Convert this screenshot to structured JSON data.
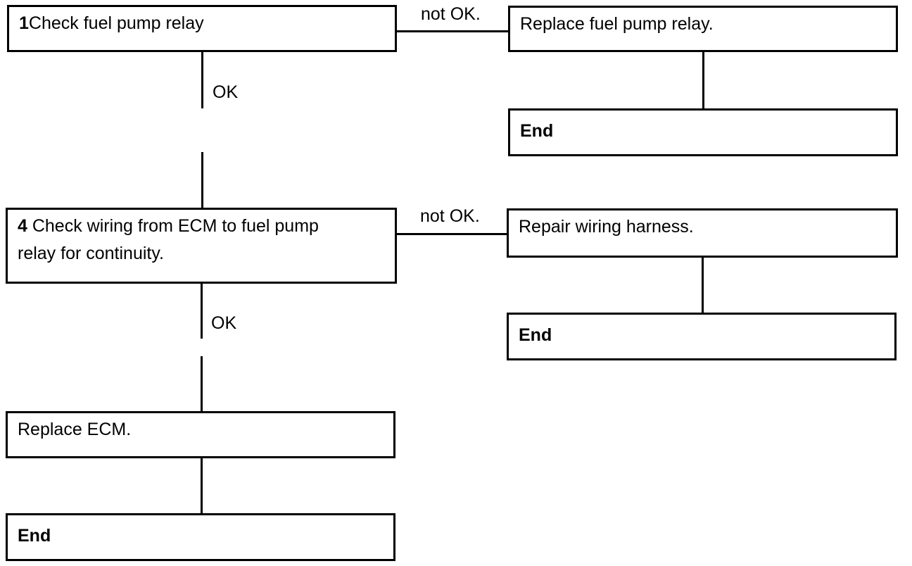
{
  "step1": {
    "number": "1",
    "text": "Check fuel pump relay"
  },
  "step1_fail": {
    "label": "not OK.",
    "action": "Replace fuel pump relay.",
    "end": "End"
  },
  "step1_pass": {
    "label": "OK"
  },
  "step4": {
    "number": "4",
    "text_line1": " Check wiring from ECM to fuel pump",
    "text_line2": "relay for continuity."
  },
  "step4_fail": {
    "label": "not OK.",
    "action": "Repair wiring harness.",
    "end": "End"
  },
  "step4_pass": {
    "label": "OK",
    "action": "Replace ECM.",
    "end": "End"
  }
}
